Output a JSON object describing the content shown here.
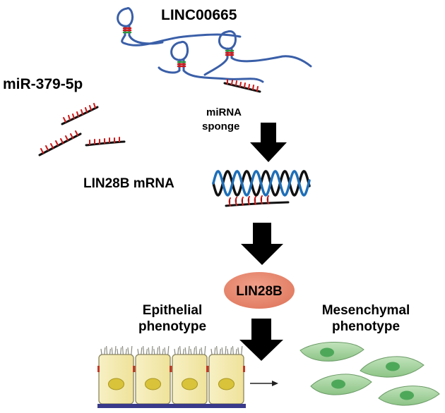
{
  "labels": {
    "lncrna": "LINC00665",
    "mirna": "miR-379-5p",
    "sponge_line1": "miRNA",
    "sponge_line2": "sponge",
    "mrna": "LIN28B mRNA",
    "protein": "LIN28B",
    "epi_line1": "Epithelial",
    "epi_line2": "phenotype",
    "mes_line1": "Mesenchymal",
    "mes_line2": "phenotype"
  },
  "colors": {
    "rna_strand": "#3a5fa8",
    "mirna_tick": "#d01818",
    "stem_red": "#d01818",
    "stem_green": "#2e9a3e",
    "helix_blue": "#1e6fb8",
    "helix_black": "#111111",
    "protein_fill": "#e8836a",
    "epithelial_fill": "#f4ebb0",
    "nucleus_fill": "#d8c33a",
    "basement": "#3a3a8a",
    "mesenchymal_fill": "#9ccf97",
    "mesenchymal_nucleus": "#4ea85a",
    "arrow": "#000000"
  },
  "icons": [
    "hairpin-icon",
    "mirna-strand-icon",
    "down-arrow-icon",
    "double-helix-icon",
    "epithelial-cell-icon",
    "mesenchymal-cell-icon"
  ]
}
